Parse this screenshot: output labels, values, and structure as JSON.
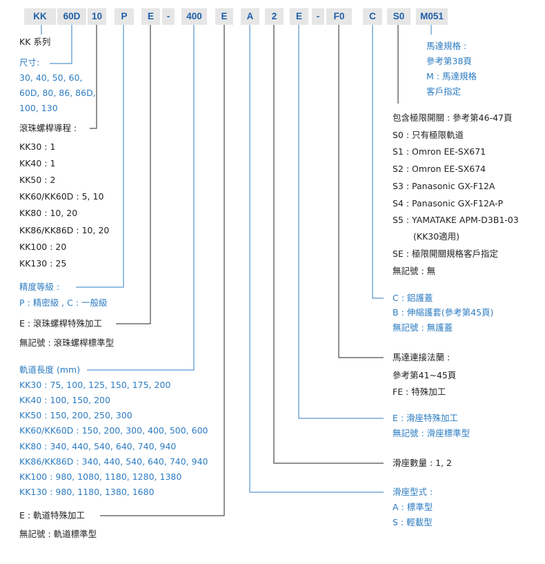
{
  "code_segments": [
    "KK",
    "60D",
    "10",
    "P",
    "E",
    "-",
    "400",
    "E",
    "A",
    "2",
    "E",
    "-",
    "F0",
    "C",
    "S0",
    "M051"
  ],
  "series": "KK 系列",
  "size": {
    "title": "尺寸:",
    "lines": [
      "30, 40, 50, 60,",
      "60D, 80, 86, 86D,",
      "100, 130"
    ]
  },
  "lead": {
    "title": "滾珠螺桿導程 :",
    "lines": [
      "KK30 : 1",
      "KK40 : 1",
      "KK50 : 2",
      "KK60/KK60D : 5, 10",
      "KK80 : 10, 20",
      "KK86/KK86D : 10, 20",
      "KK100 : 20",
      "KK130 : 25"
    ]
  },
  "accuracy": {
    "title": "精度等級 :",
    "line": "P : 精密級 , C : 一般級"
  },
  "ballscrew_special": {
    "line1": "E : 滾珠螺桿特殊加工",
    "line2": "無記號 : 滾珠螺桿標準型"
  },
  "rail_length": {
    "title": "軌道長度 (mm)",
    "lines": [
      "KK30 : 75, 100, 125, 150, 175, 200",
      "KK40 : 100, 150, 200",
      "KK50 : 150, 200, 250, 300",
      "KK60/KK60D : 150, 200, 300, 400, 500, 600",
      "KK80 : 340, 440, 540, 640, 740, 940",
      "KK86/KK86D : 340, 440, 540, 640, 740, 940",
      "KK100 : 980, 1080, 1180, 1280, 1380",
      "KK130 : 980, 1180, 1380, 1680"
    ]
  },
  "rail_special": {
    "line1": "E : 軌道特殊加工",
    "line2": "無記號 : 軌道標準型"
  },
  "motor_spec": {
    "lines": [
      "馬達規格 :",
      "參考第38頁",
      "M : 馬達規格",
      "客戶指定"
    ]
  },
  "limit_switch": {
    "lines": [
      "包含極限開關 : 參考第46-47頁",
      "S0 : 只有極限軌道",
      "S1 : Omron EE-SX671",
      "S2 : Omron EE-SX674",
      "S3 : Panasonic GX-F12A",
      "S4 : Panasonic GX-F12A-P",
      "S5 : YAMATAKE APM-D3B1-03",
      "(KK30適用)",
      "SE : 極限開關規格客戶指定",
      "無記號 : 無"
    ]
  },
  "cover": {
    "lines": [
      "C : 鋁護蓋",
      "B : 伸縮護套(參考第45頁)",
      "無記號 : 無護蓋"
    ]
  },
  "motor_flange": {
    "lines": [
      "馬達連接法蘭 :",
      "參考第41~45頁",
      "FE : 特殊加工"
    ]
  },
  "slider_special": {
    "lines": [
      "E : 滑座特殊加工",
      "無記號 : 滑座標準型"
    ]
  },
  "slider_qty": {
    "line": "滑座數量 : 1, 2"
  },
  "slider_type": {
    "lines": [
      "滑座型式 :",
      "A : 標準型",
      "S : 輕載型"
    ]
  },
  "colors": {
    "accent": "#2c7cc2",
    "code_bg": "#e6e6e6",
    "code_text": "#1e5fa8",
    "text": "#222222",
    "line": "#222222"
  }
}
